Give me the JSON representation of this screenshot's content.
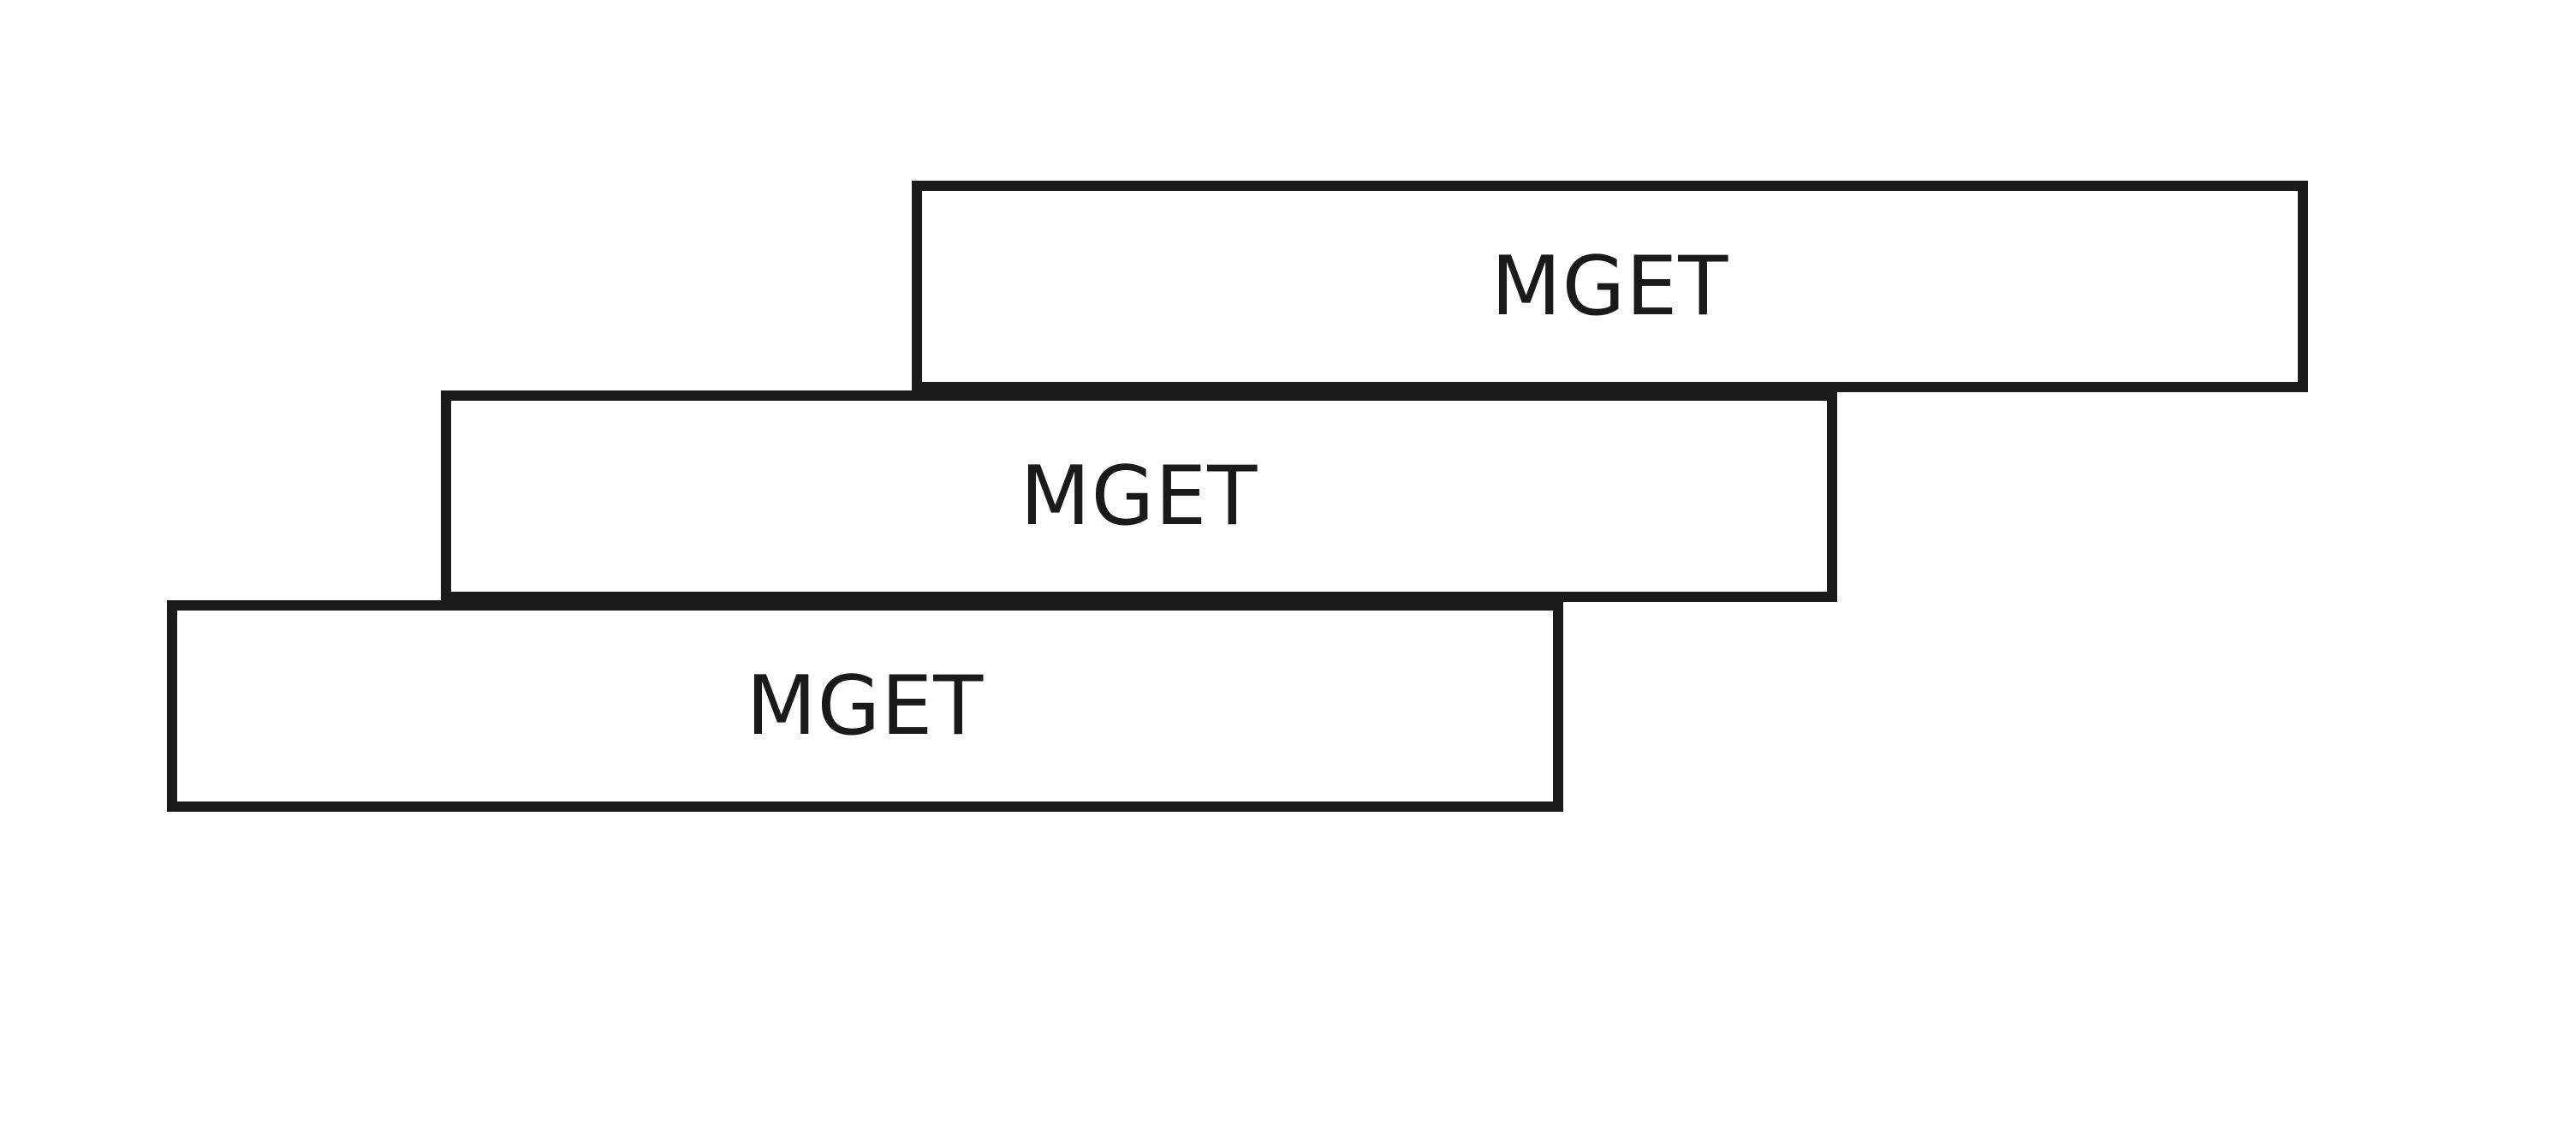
{
  "diagram": {
    "blocks": [
      {
        "id": "top",
        "label": "MGET"
      },
      {
        "id": "middle",
        "label": "MGET"
      },
      {
        "id": "bottom",
        "label": "MGET"
      }
    ],
    "stroke_color": "#1a1a1a",
    "fill_color": "#ffffff"
  }
}
